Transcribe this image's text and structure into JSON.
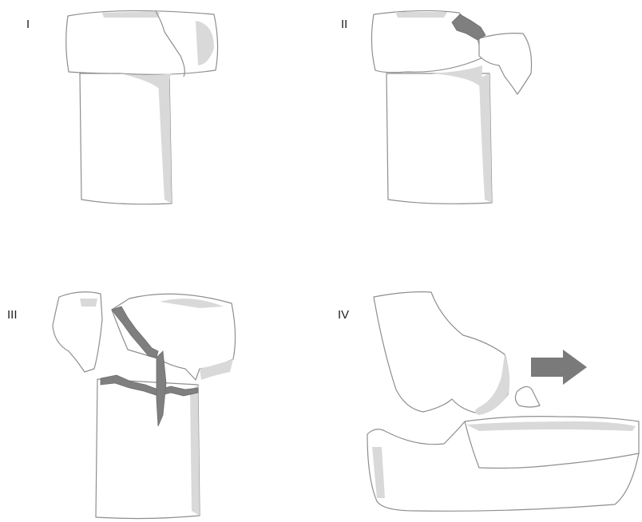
{
  "labels": {
    "panel_1": "I",
    "panel_2": "II",
    "panel_3": "III",
    "panel_4": "IV"
  },
  "colors": {
    "outline": "#8e8e8e",
    "shade": "#d9d9d9",
    "crack": "#7f7f7f",
    "arrow": "#7a7a7a"
  }
}
